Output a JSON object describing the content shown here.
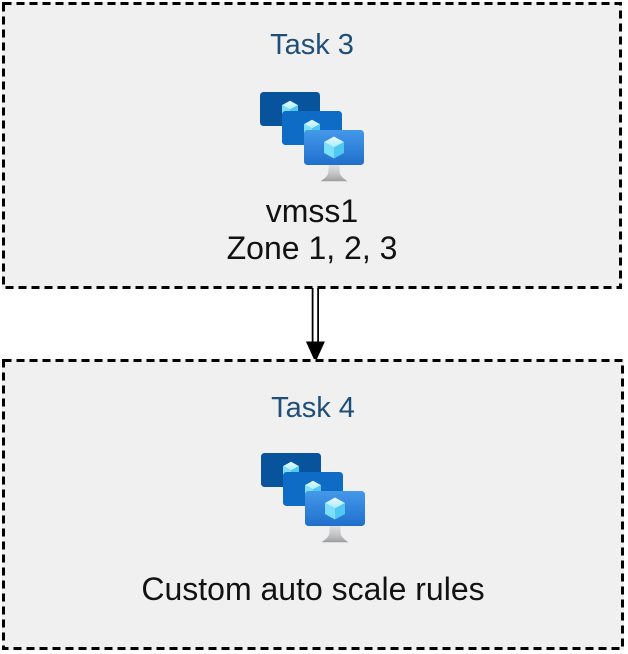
{
  "task3": {
    "title": "Task 3",
    "vmss_name": "vmss1",
    "zones": "Zone 1, 2, 3"
  },
  "task4": {
    "title": "Task 4",
    "caption": "Custom auto scale rules"
  },
  "icons": {
    "task3_icon": "vm-scale-set-icon",
    "task4_icon": "vm-scale-set-icon",
    "connector": "down-arrow-icon"
  },
  "colors": {
    "title_text": "#1F4E79",
    "body_text": "#121212",
    "box_background": "#F0F0F0",
    "box_border": "#000000",
    "canvas_background": "#FFFFFF",
    "arrow": "#000000",
    "monitor_back": "#07549C",
    "monitor_middle": "#0E6CC6",
    "monitor_front_top": "#4499EA",
    "monitor_front_bottom": "#1F6FCC",
    "cube_top": "#E8FAFF",
    "cube_left": "#7CDFFF",
    "cube_right": "#4FC8F2",
    "stand_top": "#E3E3E3",
    "stand_bottom": "#9B9DA0"
  }
}
